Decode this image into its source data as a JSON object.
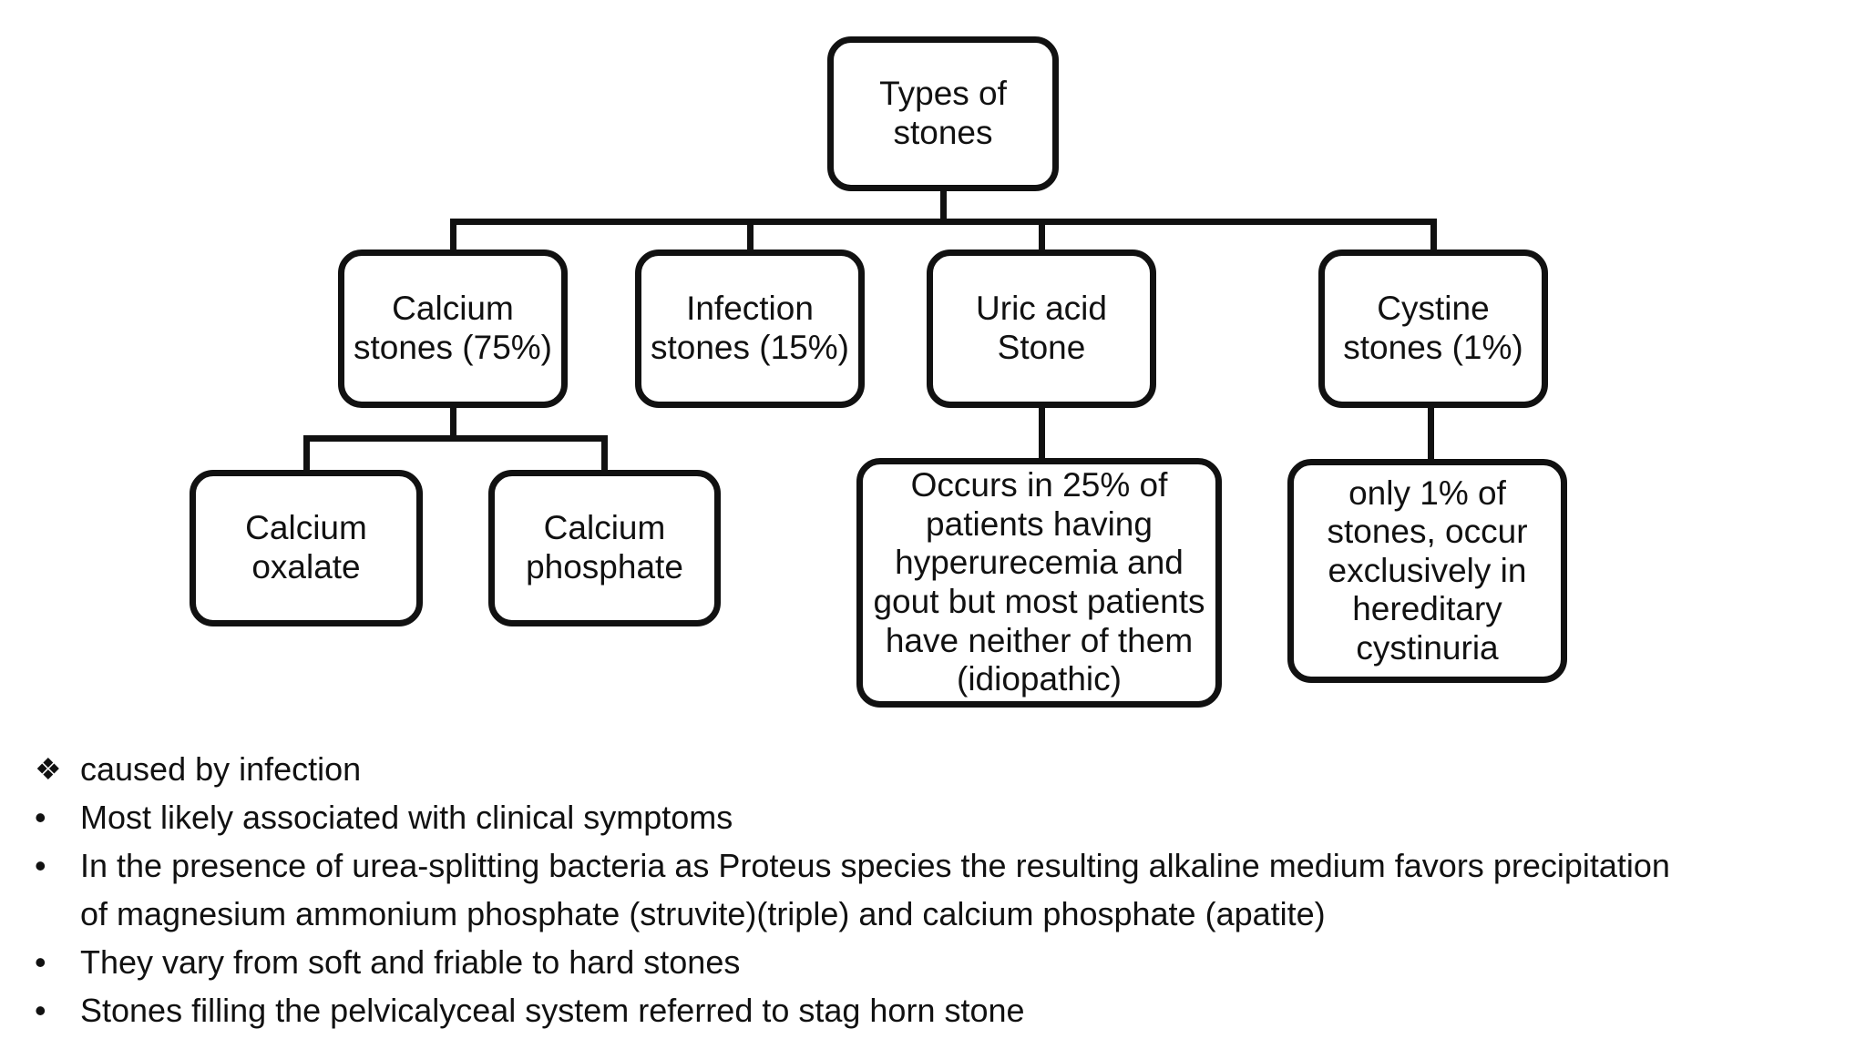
{
  "colors": {
    "ink": "#111111",
    "background": "#ffffff"
  },
  "diagram": {
    "root": {
      "label": "Types of stones",
      "lines": [
        "Types of",
        "stones"
      ]
    },
    "level2": {
      "calcium": {
        "lines": [
          "Calcium",
          "stones (75%)"
        ]
      },
      "infection": {
        "lines": [
          "Infection",
          "stones (15%)"
        ]
      },
      "uric": {
        "lines": [
          "Uric acid",
          "Stone"
        ]
      },
      "cystine": {
        "lines": [
          "Cystine",
          "stones (1%)"
        ]
      }
    },
    "level3": {
      "oxalate": {
        "lines": [
          "Calcium",
          "oxalate"
        ]
      },
      "phosphate": {
        "lines": [
          "Calcium",
          "phosphate"
        ]
      },
      "uric_detail": {
        "lines": [
          "Occurs in 25% of",
          "patients having",
          "hyperurecemia and",
          "gout but most patients",
          "have neither of them",
          "(idiopathic)"
        ]
      },
      "cystine_detail": {
        "lines": [
          "only 1% of",
          "stones, occur",
          "exclusively in",
          "hereditary",
          "cystinuria"
        ]
      }
    }
  },
  "notes": {
    "items": [
      {
        "marker": "❖",
        "lines": [
          "caused by infection"
        ]
      },
      {
        "marker": "•",
        "lines": [
          "Most likely associated with clinical symptoms"
        ]
      },
      {
        "marker": "•",
        "lines": [
          "In the presence of urea-splitting bacteria as Proteus species the resulting alkaline medium favors precipitation",
          "of magnesium ammonium phosphate (struvite)(triple) and calcium phosphate (apatite)"
        ]
      },
      {
        "marker": "•",
        "lines": [
          "They vary from soft and friable to hard stones"
        ]
      },
      {
        "marker": "•",
        "lines": [
          "Stones filling the pelvicalyceal system referred to stag horn stone"
        ]
      }
    ]
  }
}
